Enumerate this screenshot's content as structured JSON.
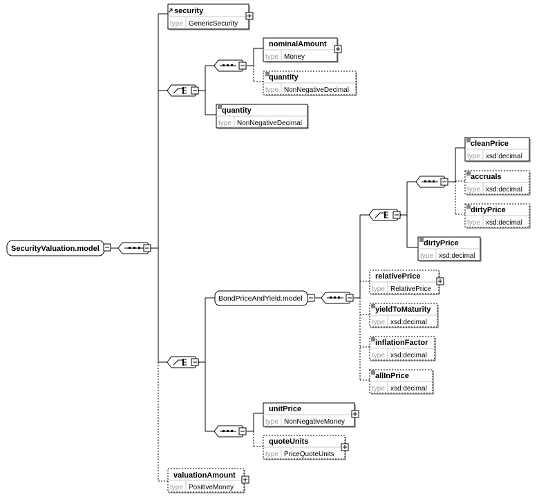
{
  "root": {
    "name": "SecurityValuation.model"
  },
  "type_label": "type",
  "elements": {
    "security": {
      "name": "security",
      "type": "GenericSecurity"
    },
    "nominalAmount": {
      "name": "nominalAmount",
      "type": "Money"
    },
    "quantity_opt": {
      "name": "quantity",
      "type": "NonNegativeDecimal"
    },
    "quantity": {
      "name": "quantity",
      "type": "NonNegativeDecimal"
    },
    "cleanPrice": {
      "name": "cleanPrice",
      "type": "xsd:decimal"
    },
    "accruals": {
      "name": "accruals",
      "type": "xsd:decimal"
    },
    "dirtyPrice_opt": {
      "name": "dirtyPrice",
      "type": "xsd:decimal"
    },
    "dirtyPrice": {
      "name": "dirtyPrice",
      "type": "xsd:decimal"
    },
    "relativePrice": {
      "name": "relativePrice",
      "type": "RelativePrice"
    },
    "yieldToMaturity": {
      "name": "yieldToMaturity",
      "type": "xsd:decimal"
    },
    "inflationFactor": {
      "name": "inflationFactor",
      "type": "xsd:decimal"
    },
    "allInPrice": {
      "name": "allInPrice",
      "type": "xsd:decimal"
    },
    "unitPrice": {
      "name": "unitPrice",
      "type": "NonNegativeMoney"
    },
    "quoteUnits": {
      "name": "quoteUnits",
      "type": "PriceQuoteUnits"
    },
    "valuationAmount": {
      "name": "valuationAmount",
      "type": "PositiveMoney"
    }
  },
  "groups": {
    "bondPriceAndYield": {
      "name": "BondPriceAndYield.model"
    }
  }
}
